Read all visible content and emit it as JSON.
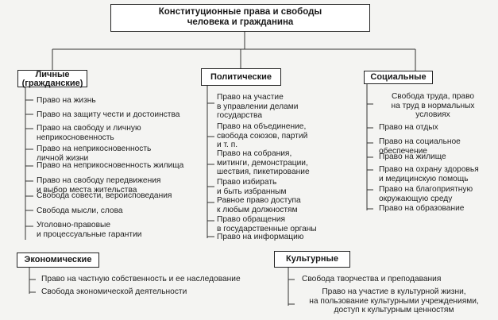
{
  "title": "Конституционные права и свободы человека и гражданина",
  "title_lines": [
    "Конституционные права и свободы",
    "человека и гражданина"
  ],
  "personal": {
    "header": [
      "Личные",
      "(гражданские)"
    ],
    "items": [
      [
        "Право на жизнь"
      ],
      [
        "Право на защиту чести и достоинства"
      ],
      [
        "Право на свободу и личную",
        "неприкосновенность"
      ],
      [
        "Право на неприкосновенность",
        "личной жизни"
      ],
      [
        "Право на неприкосновенность жилища"
      ],
      [
        "Право на свободу передвижения",
        "и выбор места жительства"
      ],
      [
        "Свобода совести, вероисповедания"
      ],
      [
        "Свобода мысли, слова"
      ],
      [
        "Уголовно-правовые",
        "и процессуальные гарантии"
      ]
    ]
  },
  "political": {
    "header": "Политические",
    "items": [
      [
        "Право на участие",
        "в управлении делами",
        "государства"
      ],
      [
        "Право на объединение,",
        "свобода союзов, партий",
        "и т. п."
      ],
      [
        "Право на собрания,",
        "митинги, демонстрации,",
        "шествия, пикетирование"
      ],
      [
        "Право избирать",
        "и быть избранным"
      ],
      [
        "Равное право доступа",
        "к любым должностям"
      ],
      [
        "Право обращения",
        "в государственные органы"
      ],
      [
        "Право на информацию"
      ]
    ]
  },
  "social": {
    "header": "Социальные",
    "items": [
      [
        "Свобода труда, право",
        "на труд в нормальных",
        "условиях"
      ],
      [
        "Право на отдых"
      ],
      [
        "Право на социальное",
        "обеспечение"
      ],
      [
        "Право на жилище"
      ],
      [
        "Право на охрану здоровья",
        "и медицинскую помощь"
      ],
      [
        "Право на благоприятную",
        "окружающую среду"
      ],
      [
        "Право на образование"
      ]
    ]
  },
  "economic": {
    "header": "Экономические",
    "items": [
      [
        "Право на частную собственность и ее наследование"
      ],
      [
        "Свобода экономической деятельности"
      ]
    ]
  },
  "cultural": {
    "header": "Культурные",
    "items": [
      [
        "Свобода творчества и преподавания"
      ],
      [
        "Право на участие в культурной жизни,",
        "на пользование культурными учреждениями,",
        "доступ к культурным ценностям"
      ]
    ]
  }
}
